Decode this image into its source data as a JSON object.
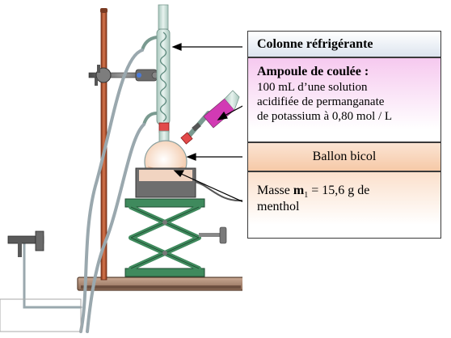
{
  "labels": {
    "column": {
      "text": "Colonne réfrigérante"
    },
    "funnel": {
      "title": "Ampoule  de coulée :",
      "line1": "100 mL  d’une solution",
      "line2": "acidifiée de permanganate",
      "line3": "de potassium à 0,80 mol / L"
    },
    "flask": {
      "text": "Ballon bicol"
    },
    "mass": {
      "prefix": "Masse ",
      "symbol": "m",
      "subscript": "1",
      "value": " = 15,6 g de",
      "line2": "menthol"
    }
  },
  "colors": {
    "stand_rod": "#b5512f",
    "clamp": "#6b6b6b",
    "glass": "#c5dcd4",
    "joint_red": "#d42a2a",
    "permanganate": "#d23ab4",
    "jack_green": "#3f8a5d",
    "heater": "#5c5c5c",
    "tubing": "#8fa0a8"
  }
}
